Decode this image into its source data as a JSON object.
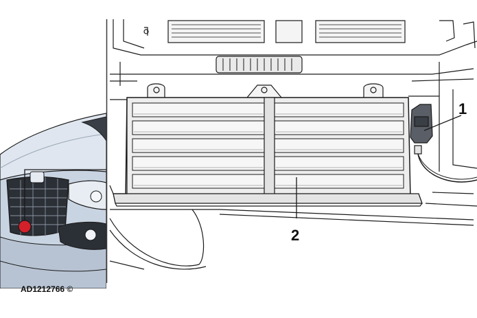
{
  "callouts": {
    "label_1": "1",
    "label_2": "2"
  },
  "reference_code": "AD1212766 ©",
  "colors": {
    "line": "#1a1a1a",
    "car_body": "#c9d4e2",
    "car_body_light": "#e3e9f1",
    "shutter_panel": "#e9e9e9",
    "shutter_slat_dark": "#9a9a9a",
    "highlight_marker": "#d3202a",
    "frame_divider": "#3a3a3a"
  }
}
